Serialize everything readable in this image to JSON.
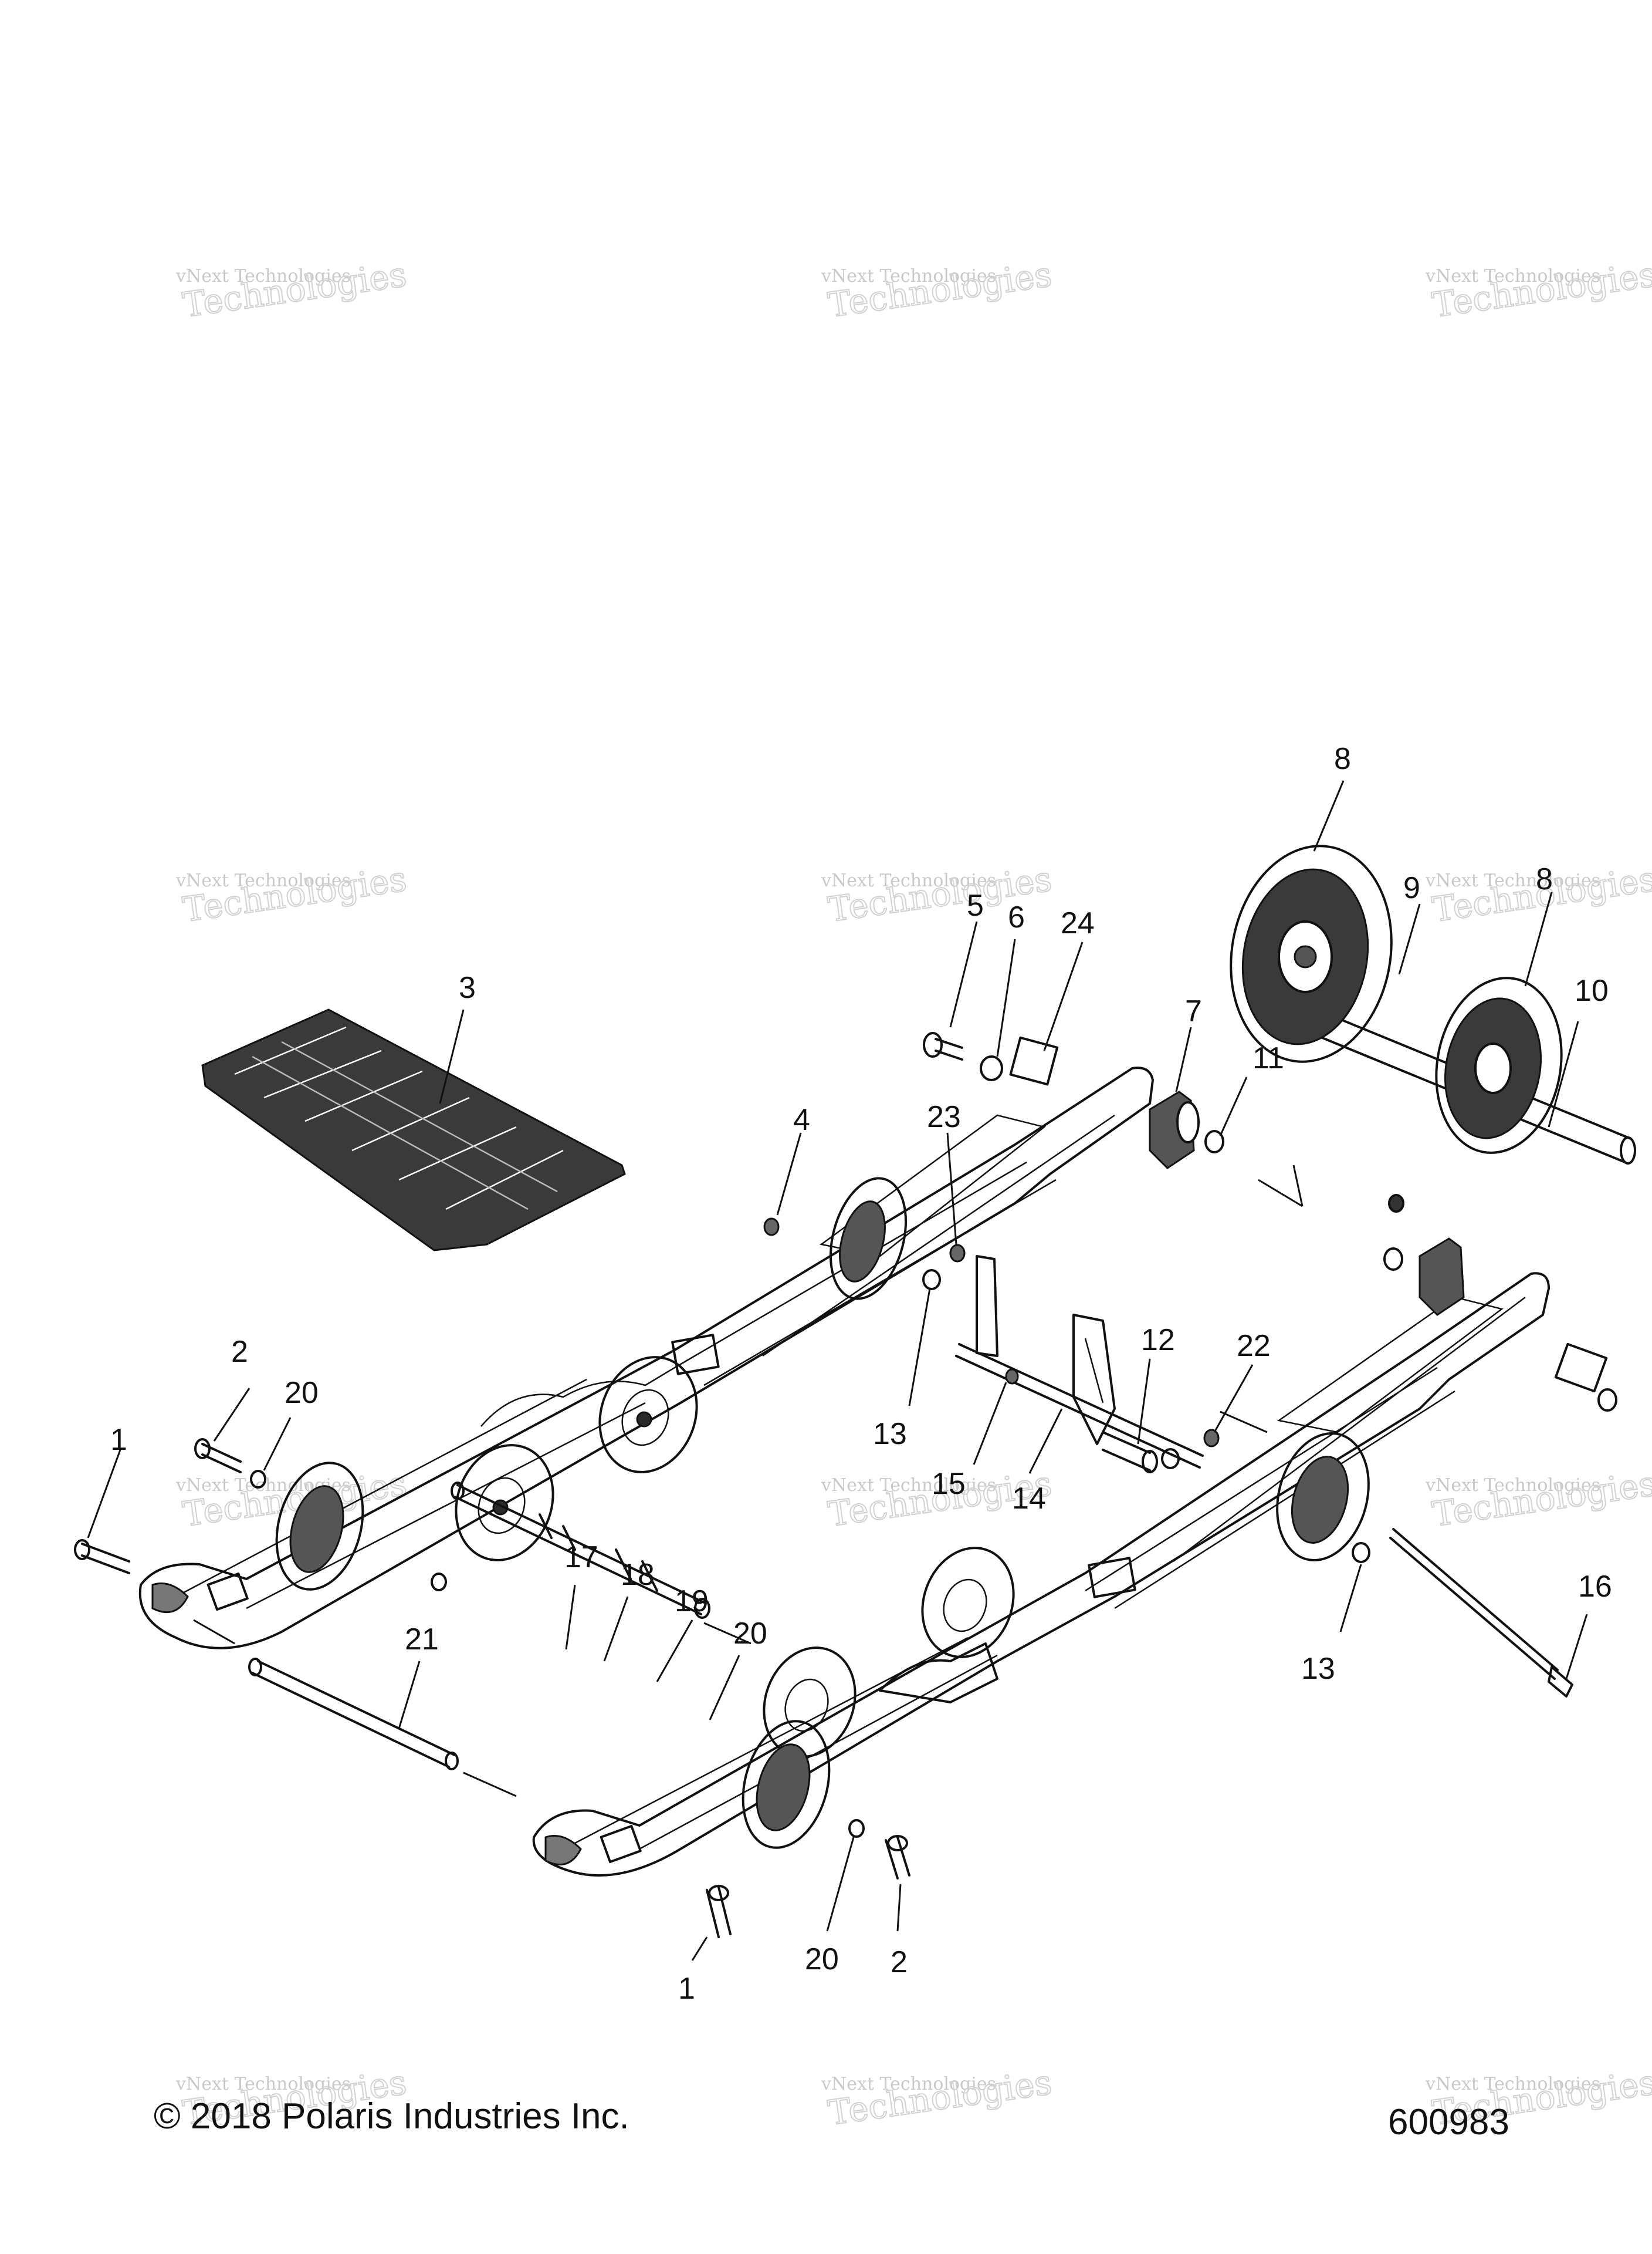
{
  "copyright": "© 2018 Polaris Industries Inc.",
  "diagram_number": "600983",
  "watermark": {
    "line1": "vNext Technologies",
    "line2": "Technologies"
  },
  "callouts": [
    {
      "label": "1"
    },
    {
      "label": "2"
    },
    {
      "label": "20"
    },
    {
      "label": "3"
    },
    {
      "label": "4"
    },
    {
      "label": "5"
    },
    {
      "label": "6"
    },
    {
      "label": "24"
    },
    {
      "label": "8"
    },
    {
      "label": "9"
    },
    {
      "label": "8"
    },
    {
      "label": "10"
    },
    {
      "label": "7"
    },
    {
      "label": "11"
    },
    {
      "label": "23"
    },
    {
      "label": "12"
    },
    {
      "label": "22"
    },
    {
      "label": "13"
    },
    {
      "label": "15"
    },
    {
      "label": "14"
    },
    {
      "label": "17"
    },
    {
      "label": "18"
    },
    {
      "label": "19"
    },
    {
      "label": "20"
    },
    {
      "label": "21"
    },
    {
      "label": "16"
    },
    {
      "label": "13"
    },
    {
      "label": "20"
    },
    {
      "label": "2"
    },
    {
      "label": "1"
    }
  ]
}
